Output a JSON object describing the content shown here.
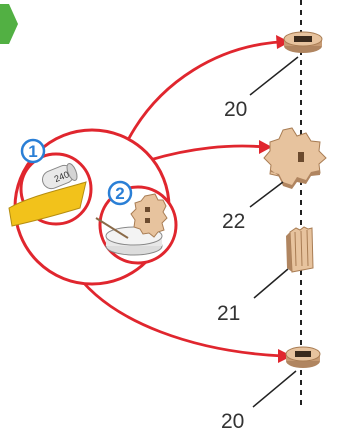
{
  "colors": {
    "accent": "#e0262e",
    "step_badge": "#2a7fd6",
    "wood": "#e7c39e",
    "sandpaper": "#f2c21b",
    "nav_arrow": "#52b043"
  },
  "icons": {
    "nav": "green-arrow-icon",
    "sandpaper": "sandpaper-roll-icon",
    "tool": "sanding-block-icon"
  },
  "steps": [
    {
      "number": "1",
      "grit": "240"
    },
    {
      "number": "2"
    }
  ],
  "parts": [
    {
      "label": "20",
      "shape": "round-bushing"
    },
    {
      "label": "22",
      "shape": "gear"
    },
    {
      "label": "21",
      "shape": "finger-block"
    },
    {
      "label": "20",
      "shape": "round-bushing"
    }
  ]
}
